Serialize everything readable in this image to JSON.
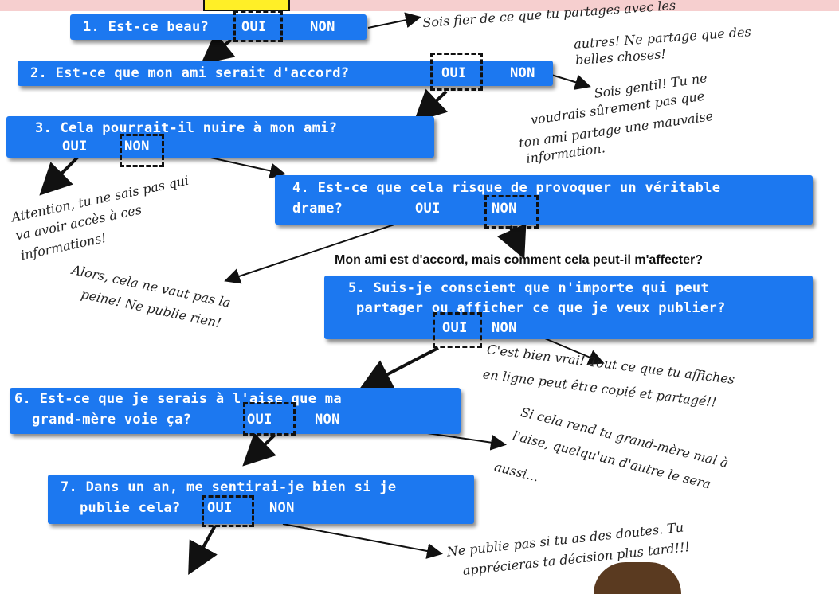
{
  "q1": {
    "text": "1. Est-ce beau?",
    "oui": "OUI",
    "non": "NON"
  },
  "q2": {
    "text": "2. Est-ce que mon ami serait d'accord?",
    "oui": "OUI",
    "non": "NON"
  },
  "q3": {
    "text": "3. Cela pourrait-il nuire à mon ami?",
    "oui": "OUI",
    "non": "NON"
  },
  "q4": {
    "line1": "4. Est-ce que cela risque de provoquer un véritable",
    "line2": "drame?",
    "oui": "OUI",
    "non": "NON"
  },
  "q5": {
    "line1": "5. Suis-je conscient que n'importe qui peut",
    "line2": "partager ou afficher ce que je veux publier?",
    "oui": "OUI",
    "non": "NON"
  },
  "q6": {
    "line1": "6. Est-ce que je serais à l'aise que ma",
    "line2": "grand-mère voie ça?",
    "oui": "OUI",
    "non": "NON"
  },
  "q7": {
    "line1": "7. Dans un an, me sentirai-je bien si je",
    "line2": "publie cela?",
    "oui": "OUI",
    "non": "NON"
  },
  "notes": {
    "n1": [
      "Sois fier de ce que tu partages avec les",
      "autres! Ne partage que des",
      "belles choses!"
    ],
    "n2": [
      "Sois gentil! Tu ne",
      "voudrais sûrement pas que",
      "ton ami partage une mauvaise",
      "information."
    ],
    "n3": [
      "Attention, tu ne sais pas qui",
      "va avoir accès à ces",
      "informations!"
    ],
    "n4": [
      "Alors, cela ne vaut pas la",
      "peine! Ne publie rien!"
    ],
    "n5": [
      "C'est bien vrai! Tout ce que tu affiches",
      "en ligne peut être copié et partagé!!"
    ],
    "n6": [
      "Si cela rend ta grand-mère mal à",
      "l'aise, quelqu'un d'autre le sera",
      "aussi..."
    ],
    "n7": [
      "Ne publie pas si tu as des doutes. Tu",
      "apprécieras ta décision plus tard!!!"
    ]
  },
  "middle_label": "Mon ami est d'accord, mais comment cela peut-il m'affecter?"
}
